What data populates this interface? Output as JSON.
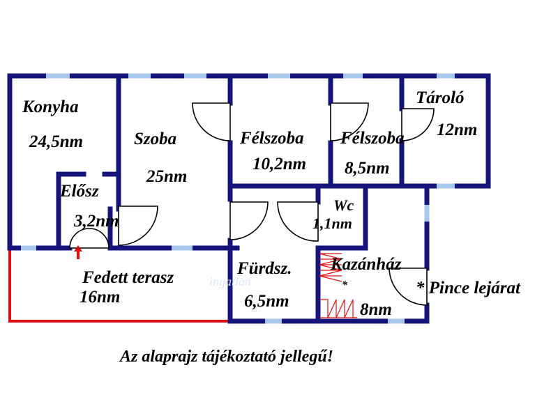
{
  "watermark": "ingatlan",
  "rooms": [
    {
      "id": "konyha",
      "name": "Konyha",
      "area": "24,5nm"
    },
    {
      "id": "szoba",
      "name": "Szoba",
      "area": "25nm"
    },
    {
      "id": "felszoba-1",
      "name": "Félszoba",
      "area": "10,2nm"
    },
    {
      "id": "felszoba-2",
      "name": "Félszoba",
      "area": "8,5nm"
    },
    {
      "id": "tarolo",
      "name": "Tároló",
      "area": "12nm"
    },
    {
      "id": "eloszoba",
      "name": "Elősz",
      "area": "3,2nm"
    },
    {
      "id": "wc",
      "name": "Wc",
      "area": "1,1nm"
    },
    {
      "id": "fedett-terasz",
      "name": "Fedett terasz",
      "area": "16nm"
    },
    {
      "id": "furdoszoba",
      "name": "Fürdsz.",
      "area": "6,5nm"
    },
    {
      "id": "kazanhaz",
      "name": "Kazánház",
      "area": "8nm"
    }
  ],
  "pince_note": "* Pince lejárat",
  "stair_marker": "*",
  "caption": "Az alaprajz tájékoztató jellegű!",
  "colors": {
    "wall": "#14147a",
    "window": "#a9c8ee",
    "terrace": "#e01010",
    "stairs": "#e01010",
    "text": "#000000"
  }
}
